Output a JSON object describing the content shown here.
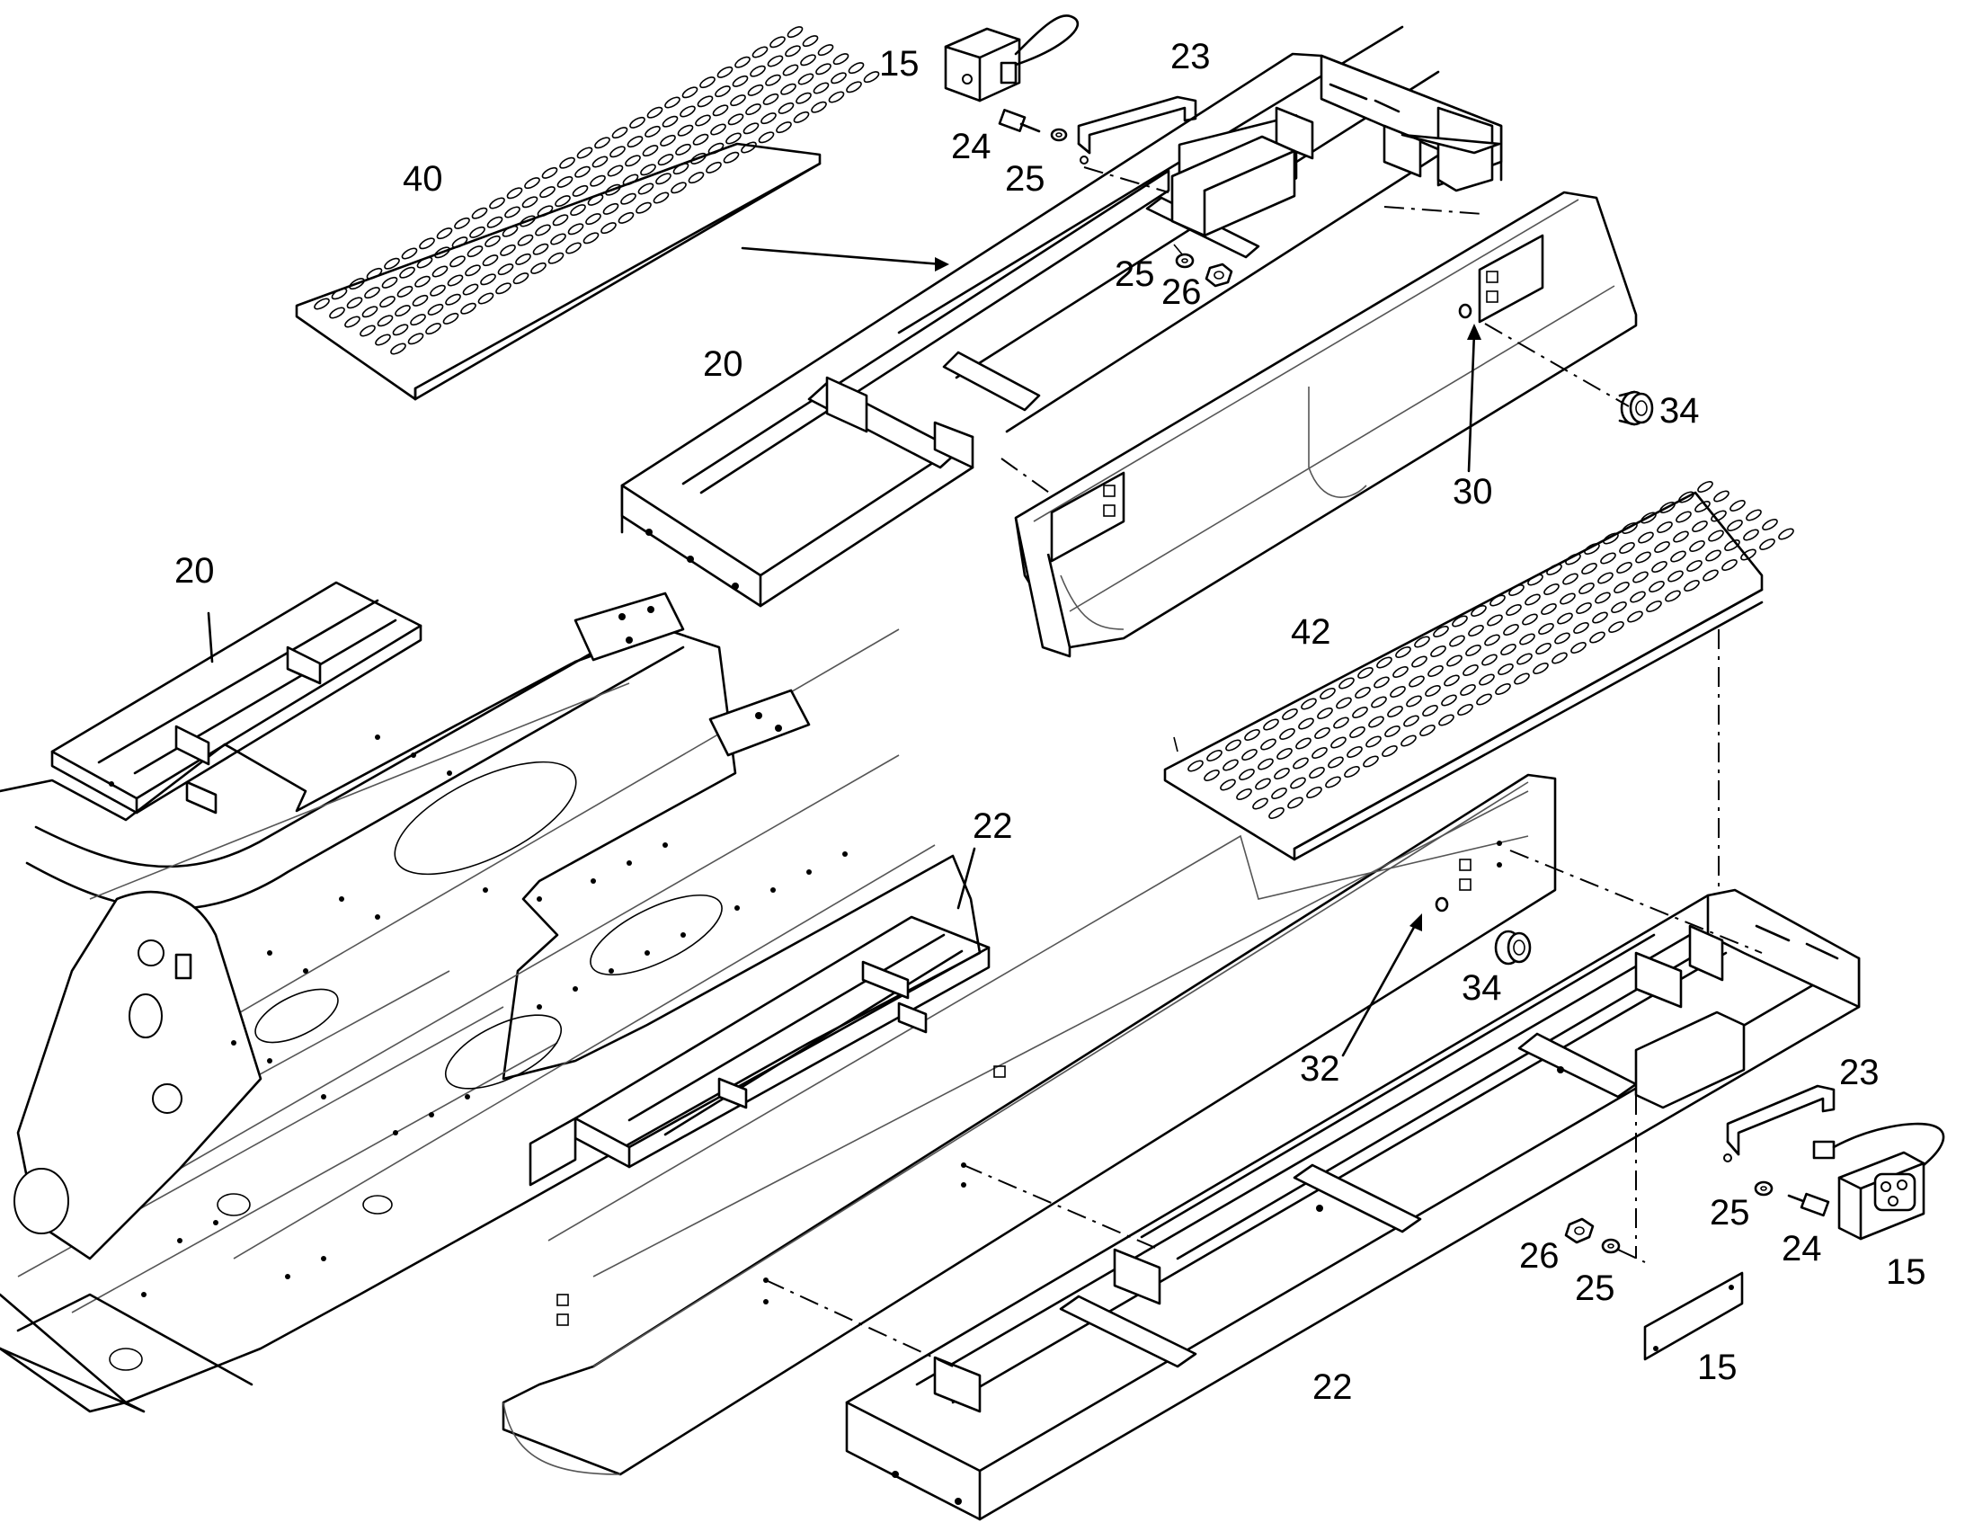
{
  "callouts": [
    {
      "id": "c15a",
      "label": "15"
    },
    {
      "id": "c23a",
      "label": "23"
    },
    {
      "id": "c24a",
      "label": "24"
    },
    {
      "id": "c25a",
      "label": "25"
    },
    {
      "id": "c40",
      "label": "40"
    },
    {
      "id": "c25b",
      "label": "25"
    },
    {
      "id": "c26a",
      "label": "26"
    },
    {
      "id": "c20a",
      "label": "20"
    },
    {
      "id": "c34a",
      "label": "34"
    },
    {
      "id": "c30",
      "label": "30"
    },
    {
      "id": "c20b",
      "label": "20"
    },
    {
      "id": "c42",
      "label": "42"
    },
    {
      "id": "c22a",
      "label": "22"
    },
    {
      "id": "c34b",
      "label": "34"
    },
    {
      "id": "c32",
      "label": "32"
    },
    {
      "id": "c23b",
      "label": "23"
    },
    {
      "id": "c25c",
      "label": "25"
    },
    {
      "id": "c24b",
      "label": "24"
    },
    {
      "id": "c26b",
      "label": "26"
    },
    {
      "id": "c25d",
      "label": "25"
    },
    {
      "id": "c15b",
      "label": "15"
    },
    {
      "id": "c15c",
      "label": "15"
    },
    {
      "id": "c22b",
      "label": "22"
    }
  ]
}
